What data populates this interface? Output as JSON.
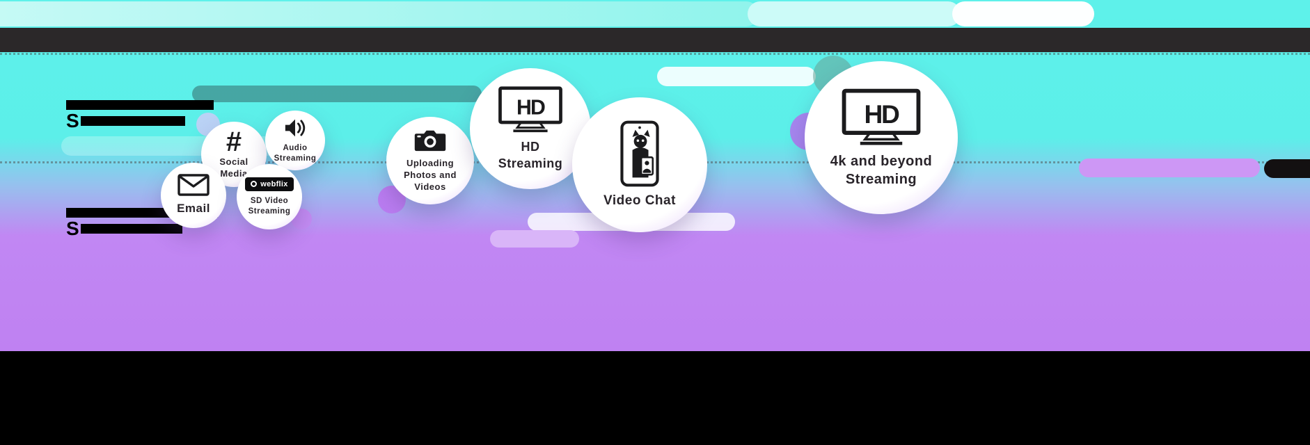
{
  "colors": {
    "cyan": "#5ef1ea",
    "purple": "#bd7cf1",
    "header_bar": "#2b2829",
    "footer": "#000000"
  },
  "headings": [
    {
      "prefix": "S"
    },
    {
      "prefix": "S"
    }
  ],
  "bubbles": [
    {
      "label": "Email",
      "icon": "envelope-icon"
    },
    {
      "label": "Social Media",
      "icon": "hashtag-icon",
      "glyph": "#"
    },
    {
      "label": "Audio Streaming",
      "icon": "speaker-icon"
    },
    {
      "label": "SD Video Streaming",
      "icon": "webflix-badge-icon",
      "badge": "webflix"
    },
    {
      "label": "Uploading Photos and Videos",
      "icon": "camera-icon"
    },
    {
      "label": "HD Streaming",
      "icon": "hd-tv-icon",
      "tv_text": "HD"
    },
    {
      "label": "Video Chat",
      "icon": "video-chat-phone-icon"
    },
    {
      "label": "4k and beyond Streaming",
      "icon": "hd-tv-icon",
      "tv_text": "HD"
    }
  ]
}
